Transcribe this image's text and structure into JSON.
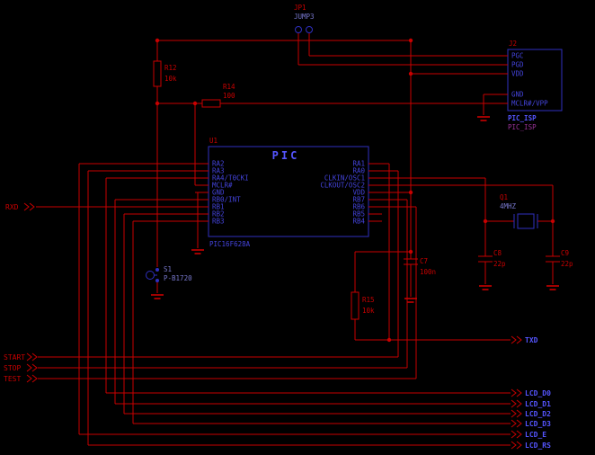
{
  "schematic": {
    "components": {
      "pic": {
        "ref": "U1",
        "name": "PIC",
        "value": "PIC16F628A",
        "left_pins": [
          "RA2",
          "RA3",
          "RA4/T0CKI",
          "MCLR#",
          "GND",
          "RB0/INT",
          "RB1",
          "RB2",
          "RB3"
        ],
        "right_pins": [
          "RA1",
          "RA0",
          "CLKIN/OSC1",
          "CLKOUT/OSC2",
          "VDD",
          "RB7",
          "RB6",
          "RB5",
          "RB4"
        ]
      },
      "isp": {
        "ref": "J2",
        "name": "PIC_ISP",
        "value": "PIC_ISP",
        "pins": [
          "PGC",
          "PGD",
          "VDD",
          "GND",
          "MCLR#/VPP"
        ]
      },
      "jumper": {
        "ref": "JP1",
        "value": "JUMP3"
      },
      "r12": {
        "ref": "R12",
        "value": "10k"
      },
      "r14": {
        "ref": "R14",
        "value": "100"
      },
      "r15": {
        "ref": "R15",
        "value": "10k"
      },
      "c7": {
        "ref": "C7",
        "value": "100n"
      },
      "c8": {
        "ref": "C8",
        "value": "22p"
      },
      "c9": {
        "ref": "C9",
        "value": "22p"
      },
      "crystal": {
        "ref": "Q1",
        "value": "4MHZ"
      },
      "button": {
        "ref": "S1",
        "value": "P-B1720"
      }
    },
    "ports": {
      "rxd": "RXD",
      "start": "START",
      "stop": "STOP",
      "test": "TEST",
      "txd": "TXD",
      "lcd_d0": "LCD_D0",
      "lcd_d1": "LCD_D1",
      "lcd_d2": "LCD_D2",
      "lcd_d3": "LCD_D3",
      "lcd_e": "LCD_E",
      "lcd_rs": "LCD_RS"
    },
    "colors": {
      "background": "#000000",
      "wire": "#c80000",
      "component_outline": "#2f2fbf",
      "label_blue": "#5555ff",
      "label_magenta": "#993399",
      "label_light_blue": "#7777cc"
    }
  }
}
